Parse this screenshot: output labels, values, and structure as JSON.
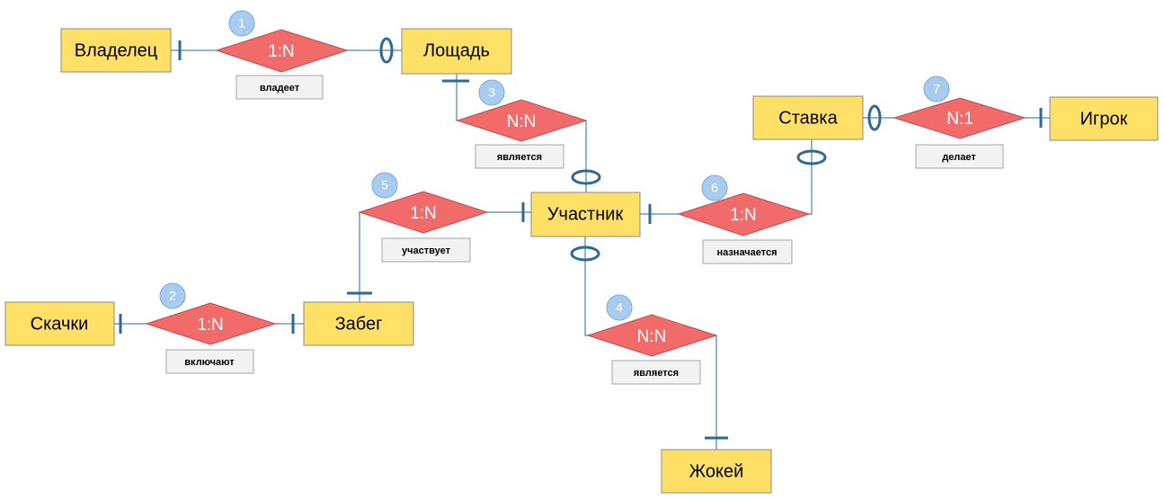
{
  "entities": {
    "owner": "Владелец",
    "horse": "Лощадь",
    "bet": "Ставка",
    "player": "Игрок",
    "participant": "Участник",
    "races": "Скачки",
    "heat": "Забег",
    "jockey": "Жокей"
  },
  "relationships": {
    "r1": {
      "number": "1",
      "cardinality": "1:N",
      "label": "владеет"
    },
    "r2": {
      "number": "2",
      "cardinality": "1:N",
      "label": "включают"
    },
    "r3": {
      "number": "3",
      "cardinality": "N:N",
      "label": "является"
    },
    "r4": {
      "number": "4",
      "cardinality": "N:N",
      "label": "является"
    },
    "r5": {
      "number": "5",
      "cardinality": "1:N",
      "label": "участвует"
    },
    "r6": {
      "number": "6",
      "cardinality": "1:N",
      "label": "назначается"
    },
    "r7": {
      "number": "7",
      "cardinality": "N:1",
      "label": "делает"
    }
  }
}
